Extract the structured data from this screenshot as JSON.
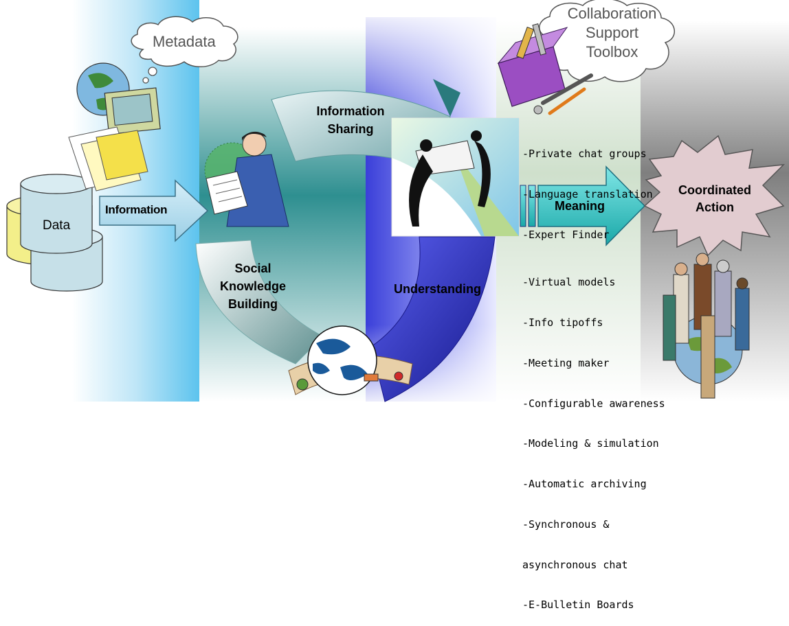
{
  "labels": {
    "metadata": "Metadata",
    "collab_line1": "Collaboration",
    "collab_line2": "Support",
    "collab_line3": "Toolbox",
    "data": "Data",
    "information": "Information",
    "info_sharing_line1": "Information",
    "info_sharing_line2": "Sharing",
    "social_line1": "Social",
    "social_line2": "Knowledge",
    "social_line3": "Building",
    "understanding": "Understanding",
    "meaning": "Meaning",
    "coordinated_line1": "Coordinated",
    "coordinated_line2": "Action"
  },
  "tools_upper": [
    "-Private chat groups",
    "-Language translation",
    "-Expert Finder"
  ],
  "tools_lower": [
    "-Virtual models",
    "-Info tipoffs",
    "-Meeting maker",
    "-Configurable awareness",
    "-Modeling & simulation",
    "-Automatic archiving",
    "-Synchronous &",
    "asynchronous chat",
    "-E-Bulletin Boards"
  ],
  "colors": {
    "data_cylinder": "#c6e0e8",
    "data_cylinder_back": "#f3ef8a",
    "arrow_fill": "#a9d8ec",
    "meaning_arrow": "#33cccc",
    "star_fill": "#e2ccd0",
    "toolbox_purple": "#9b4ec2"
  },
  "icons": [
    "globe-computer-icon",
    "newspaper-reader-icon",
    "handshake-document-icon",
    "toolbox-icon",
    "globe-food-icon",
    "people-circle-icon"
  ]
}
